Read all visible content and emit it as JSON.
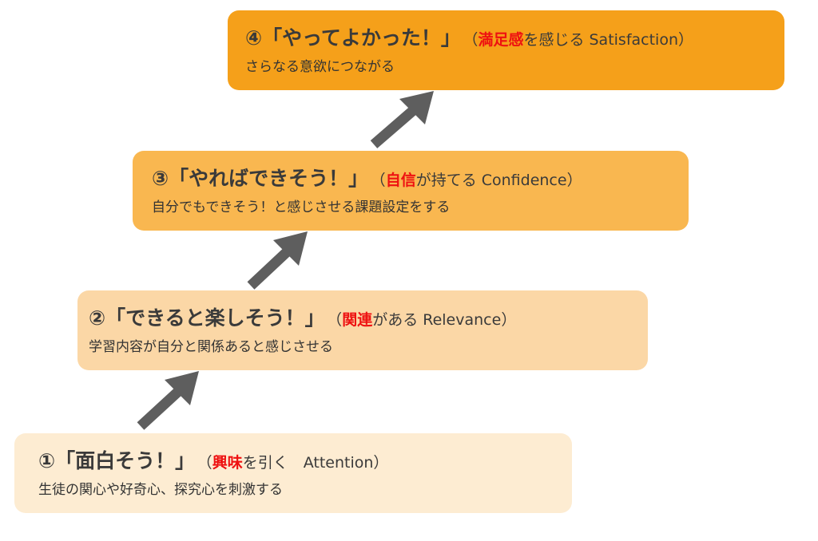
{
  "steps": [
    {
      "title": "①「面白そう！」",
      "paren_open": "（",
      "keyword": "興味",
      "paren_rest": "を引く　Attention）",
      "description": "生徒の関心や好奇心、探究心を刺激する"
    },
    {
      "title": "②「できると楽しそう！」",
      "paren_open": "（",
      "keyword": "関連",
      "paren_rest": "がある Relevance）",
      "description": "学習内容が自分と関係あると感じさせる"
    },
    {
      "title": "③「やればできそう！」",
      "paren_open": "（",
      "keyword": "自信",
      "paren_rest": "が持てる Confidence）",
      "description": "自分でもできそう！と感じさせる課題設定をする"
    },
    {
      "title": "④「やってよかった！」",
      "paren_open": "（",
      "keyword": "満足感",
      "paren_rest": "を感じる Satisfaction）",
      "description": "さらなる意欲につながる"
    }
  ],
  "colors": {
    "step1_bg": "#fdecd2",
    "step2_bg": "#fbd7a6",
    "step3_bg": "#f9b750",
    "step4_bg": "#f5a01a",
    "keyword": "#ee1111",
    "arrow": "#5e5e5e"
  }
}
